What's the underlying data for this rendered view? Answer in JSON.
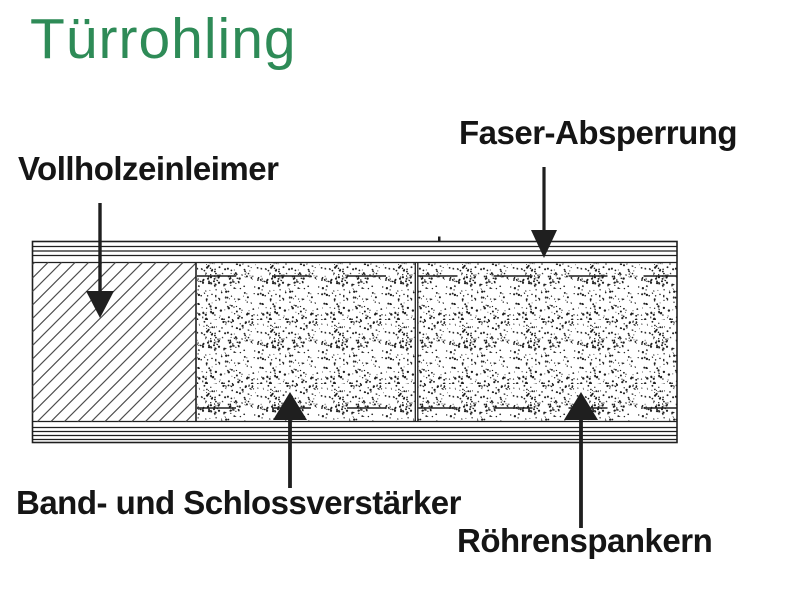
{
  "title": {
    "text": "Türrohling",
    "color": "#2e8b57"
  },
  "diagram": {
    "labels": {
      "vollholzeinleimer": "Vollholzeinleimer",
      "faser_absperrung": "Faser-Absperrung",
      "band_und_schlossverstaerker": "Band- und Schlossverstärker",
      "roehrenspankern": "Röhrenspankern"
    },
    "colors": {
      "line": "#1f1f1f",
      "hatch": "#4d4d4d",
      "label_text": "#151515",
      "accent_green": "#2e8b57"
    }
  }
}
